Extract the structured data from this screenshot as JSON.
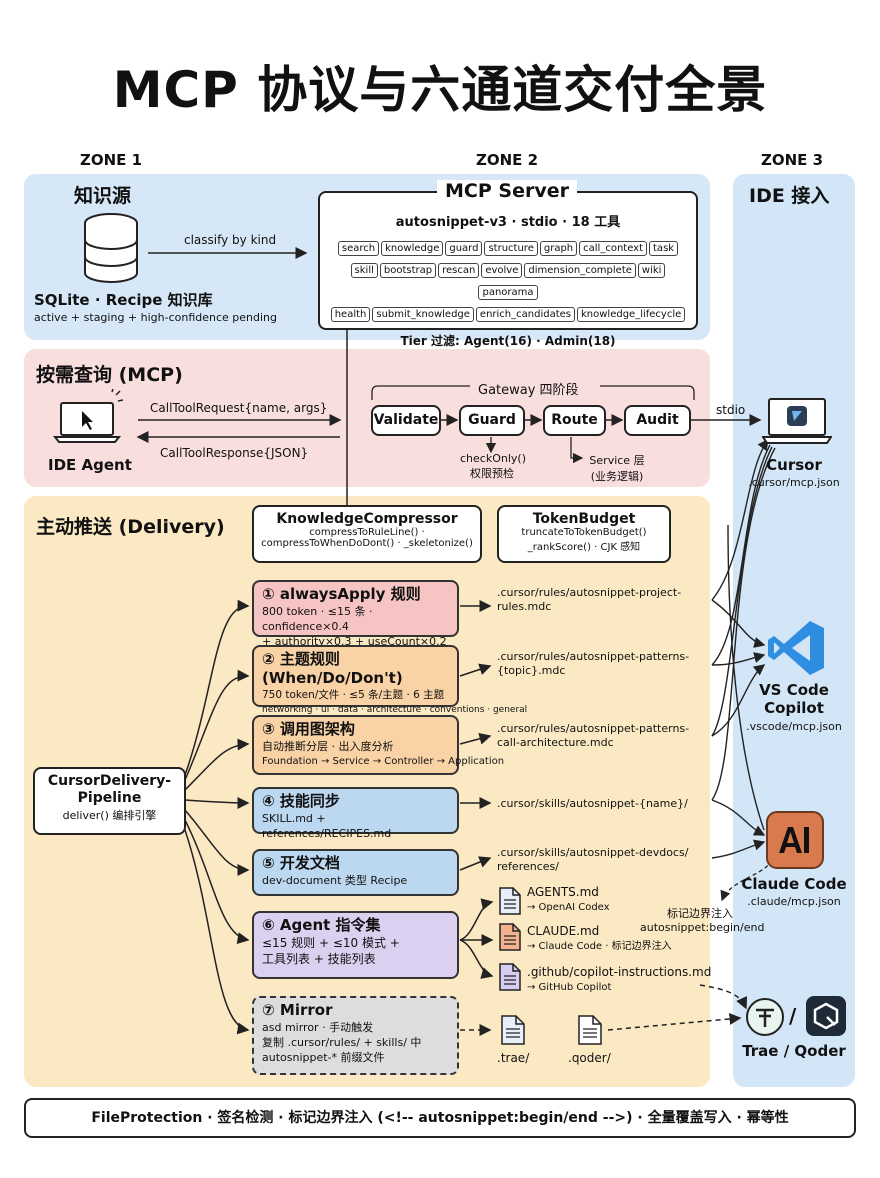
{
  "title": "MCP 协议与六通道交付全景",
  "zones": [
    "ZONE 1",
    "ZONE 2",
    "ZONE 3"
  ],
  "knowledge_source": {
    "title": "知识源",
    "db_label": "SQLite · Recipe 知识库",
    "db_sub": "active + staging + high-confidence pending",
    "arrow_label": "classify by kind"
  },
  "mcp_server": {
    "title": "MCP Server",
    "subtitle": "autosnippet-v3 · stdio · 18 工具",
    "tools_row1": [
      "search",
      "knowledge",
      "guard",
      "structure",
      "graph",
      "call_context",
      "task"
    ],
    "tools_row2": [
      "skill",
      "bootstrap",
      "rescan",
      "evolve",
      "dimension_complete",
      "wiki",
      "panorama"
    ],
    "tools_row3": [
      "health",
      "submit_knowledge",
      "enrich_candidates",
      "knowledge_lifecycle"
    ],
    "tier": "Tier 过滤: Agent(16) · Admin(18)"
  },
  "query": {
    "title": "按需查询 (MCP)",
    "agent_label": "IDE Agent",
    "request": "CallToolRequest{name, args}",
    "response": "CallToolResponse{JSON}",
    "gateway_title": "Gateway 四阶段",
    "stages": [
      "Validate",
      "Guard",
      "Route",
      "Audit"
    ],
    "guard_note1": "checkOnly()",
    "guard_note2": "权限预检",
    "route_note1": "Service 层",
    "route_note2": "(业务逻辑)",
    "stdio": "stdio"
  },
  "ide": {
    "title": "IDE 接入",
    "cursor": {
      "name": "Cursor",
      "path": ".cursor/mcp.json"
    },
    "vscode": {
      "name": "VS Code",
      "name2": "Copilot",
      "path": ".vscode/mcp.json"
    },
    "claude": {
      "name": "Claude Code",
      "path": ".claude/mcp.json",
      "note1": "标记边界注入",
      "note2": "autosnippet:begin/end"
    },
    "trae": {
      "name": "Trae / Qoder",
      "sep": "/"
    }
  },
  "delivery": {
    "title": "主动推送 (Delivery)",
    "compressor": {
      "title": "KnowledgeCompressor",
      "l1": "compressToRuleLine() ·",
      "l2": "compressToWhenDoDont() · _skeletonize()"
    },
    "token_budget": {
      "title": "TokenBudget",
      "l1": "truncateToTokenBudget()",
      "l2": "_rankScore() · CJK 感知"
    },
    "pipeline": {
      "l1": "CursorDelivery-",
      "l2": "Pipeline",
      "l3": "deliver() 编排引擎"
    },
    "steps": [
      {
        "title": "① alwaysApply 规则",
        "d1": "800 token · ≤15 条 · confidence×0.4",
        "d2": "+ authority×0.3 + useCount×0.2",
        "p1": ".cursor/rules/autosnippet-project-",
        "p2": "rules.mdc",
        "color": "#f6c4c2"
      },
      {
        "title": "② 主题规则 (When/Do/Don't)",
        "d1": "750 token/文件 · ≤5 条/主题 · 6 主题",
        "d2": "networking · ui · data · architecture · conventions · general",
        "p1": ".cursor/rules/autosnippet-patterns-",
        "p2": "{topic}.mdc",
        "color": "#f9d2a6"
      },
      {
        "title": "③ 调用图架构",
        "d1": "自动推断分层 · 出入度分析",
        "d2": "Foundation → Service → Controller → Application",
        "p1": ".cursor/rules/autosnippet-patterns-",
        "p2": "call-architecture.mdc",
        "color": "#f9d2a6"
      },
      {
        "title": "④ 技能同步",
        "d1": "SKILL.md + references/RECIPES.md",
        "d2": "",
        "p1": ".cursor/skills/autosnippet-{name}/",
        "p2": "",
        "color": "#bcd8f0"
      },
      {
        "title": "⑤ 开发文档",
        "d1": "dev-document 类型 Recipe",
        "d2": "",
        "p1": ".cursor/skills/autosnippet-devdocs/",
        "p2": "references/",
        "color": "#bcd8f0"
      },
      {
        "title": "⑥ Agent 指令集",
        "d1": "≤15 规则 + ≤10 模式 +",
        "d2": "工具列表 + 技能列表",
        "p1": "",
        "p2": "",
        "color": "#dcd0f0"
      },
      {
        "title": "⑦ Mirror",
        "d1": "asd mirror · 手动触发",
        "d2": "复制 .cursor/rules/ + skills/ 中",
        "d3": "autosnippet-* 前缀文件",
        "color": "#dddddd"
      }
    ],
    "agent_files": [
      {
        "name": "AGENTS.md",
        "sub": "→ OpenAI Codex"
      },
      {
        "name": "CLAUDE.md",
        "sub": "→ Claude Code · 标记边界注入"
      },
      {
        "name": ".github/copilot-instructions.md",
        "sub": "→ GitHub Copilot"
      }
    ],
    "mirror_files": [
      ".trae/",
      ".qoder/"
    ]
  },
  "footer": "FileProtection · 签名检测 · 标记边界注入 (<!-- autosnippet:begin/end -->) · 全量覆盖写入 · 幂等性",
  "colors": {
    "zone_blue": "#d6e8f7",
    "zone_pink": "#f9dede",
    "zone_yellow": "#fbe9c4",
    "zone3_blue": "#d3e6f7",
    "vscode_blue": "#2f8ee0",
    "claude_orange": "#d97a4e"
  }
}
